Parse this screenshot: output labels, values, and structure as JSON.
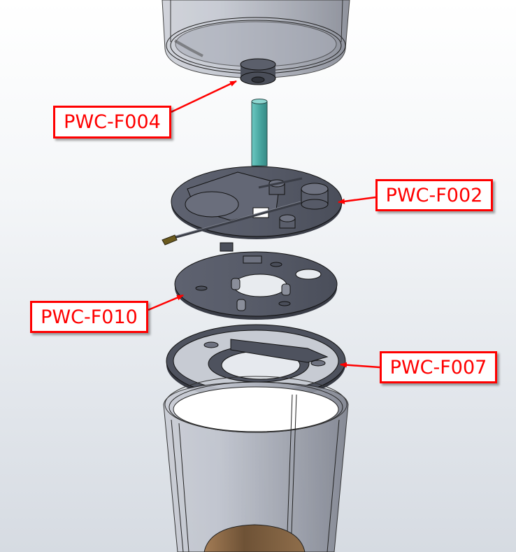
{
  "diagram": {
    "type": "cad-exploded-assembly-view",
    "background": {
      "top": "#ffffff",
      "bottom": "#d6dbe2"
    },
    "annotation_color": "#ff0000",
    "part_color": "#555a66",
    "transparent_body_color": "#b8bcc6",
    "tube_color": "#4fb3ad",
    "pin_tip_color": "#6b5a1e",
    "contents_color": "#8a6a48"
  },
  "parts": [
    {
      "id": "upper-body",
      "description": "Transparent cylindrical upper housing with bottom boss"
    },
    {
      "id": "tube",
      "description": "Teal vertical tube"
    },
    {
      "id": "mechanism-plate",
      "description": "Dark disc with components and rod"
    },
    {
      "id": "middle-plate",
      "description": "Dark disc with center hole and pins"
    },
    {
      "id": "ring-plate",
      "description": "Ring with slots"
    },
    {
      "id": "lower-body",
      "description": "Transparent cup housing with brown contents"
    }
  ],
  "callouts": [
    {
      "label": "PWC-F004",
      "target": "upper-body-boss"
    },
    {
      "label": "PWC-F002",
      "target": "mechanism-plate"
    },
    {
      "label": "PWC-F010",
      "target": "middle-plate"
    },
    {
      "label": "PWC-F007",
      "target": "ring-plate"
    }
  ]
}
